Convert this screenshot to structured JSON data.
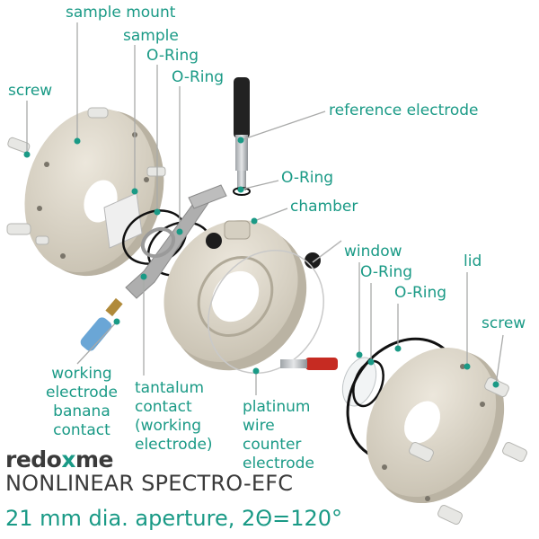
{
  "labels": {
    "sample_mount": "sample mount",
    "sample": "sample",
    "o_ring_1": "O-Ring",
    "o_ring_2": "O-Ring",
    "screw_left": "screw",
    "reference_electrode": "reference electrode",
    "o_ring_3": "O-Ring",
    "chamber": "chamber",
    "window": "window",
    "o_ring_4": "O-Ring",
    "lid": "lid",
    "o_ring_5": "O-Ring",
    "screw_right": "screw",
    "working_electrode": "working\nelectrode\nbanana\ncontact",
    "tantalum_contact": "tantalum\ncontact\n(working\nelectrode)",
    "platinum_wire": "platinum\nwire\ncounter\nelectrode"
  },
  "brand": {
    "pre": "redo",
    "mark": "x",
    "post": "me"
  },
  "title": "NONLINEAR SPECTRO-EFC",
  "subtitle": "21 mm dia. aperture, 2Θ=120°",
  "colors": {
    "accent": "#1a9a86",
    "text": "#3a3a3a",
    "part": "#d8d2c4"
  }
}
